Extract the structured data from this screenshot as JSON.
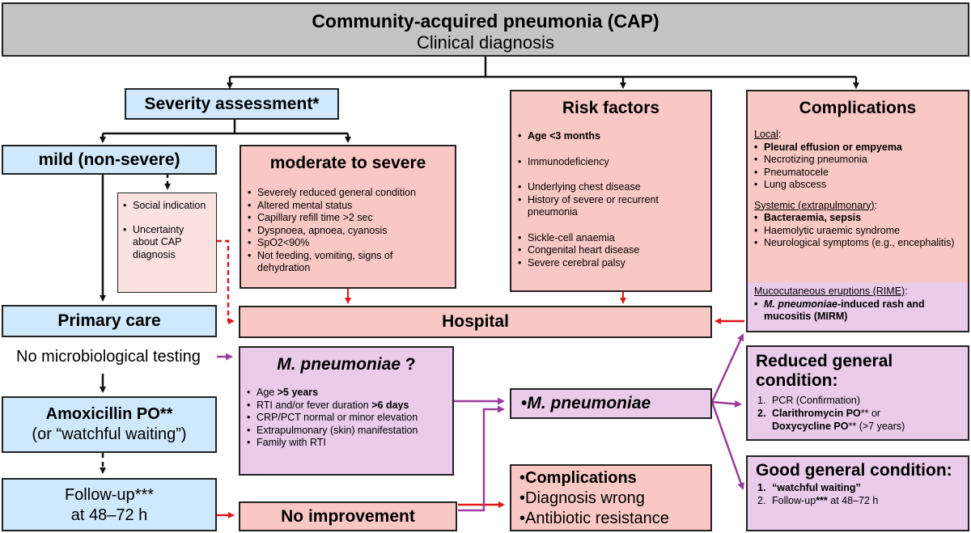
{
  "cap": {
    "title": "Community-acquired pneumonia (CAP)",
    "subtitle": "Clinical diagnosis"
  },
  "severity": {
    "title": "Severity assessment*"
  },
  "mild": {
    "title": "mild (non-severe)"
  },
  "social": {
    "items": [
      "Social indication",
      "Uncertainty about CAP diagnosis"
    ]
  },
  "moderate": {
    "title": "moderate to severe",
    "items": [
      "Severely reduced general condition",
      "Altered mental status",
      "Capillary refill time >2 sec",
      "Dyspnoea, apnoea, cyanosis",
      "SpO2<90%",
      "Not feeding, vomiting, signs of dehydration"
    ]
  },
  "risk": {
    "title": "Risk factors",
    "groups": [
      [
        "Age <3 months"
      ],
      [
        "Immunodeficiency"
      ],
      [
        "Underlying chest disease",
        "History of severe or recurrent pneumonia"
      ],
      [
        "Sickle-cell anaemia",
        "Congenital heart disease",
        "Severe cerebral palsy"
      ]
    ]
  },
  "complications": {
    "title": "Complications",
    "local_label": "Local",
    "local_colon": ":",
    "local_items": [
      "Pleural effusion or empyema",
      "Necrotizing pneumonia",
      "Pneumatocele",
      "Lung abscess"
    ],
    "systemic_label": "Systemic (extrapulmonary)",
    "systemic_colon": ":",
    "systemic_items": [
      "Bacteraemia, sepsis",
      "Haemolytic uraemic syndrome",
      "Neurological symptoms (e.g., encephalitis)"
    ],
    "muco_label": "Mucocutaneous eruptions (RIME)",
    "muco_colon": ":",
    "muco_item_em": "M. pneumoniae",
    "muco_item_rest": "-induced rash and mucositis (MIRM)"
  },
  "primary": {
    "title": "Primary care"
  },
  "hospital": {
    "title": "Hospital"
  },
  "no_micro": {
    "text": "No microbiological testing"
  },
  "mp_question": {
    "title_em": "M. pneumoniae",
    "title_rest": " ?",
    "item1_a": "Age ",
    "item1_b": ">5 years",
    "item2_a": "RTI and/or fever duration ",
    "item2_b": ">6 days",
    "items_rest": [
      "CRP/PCT normal or minor elevation",
      "Extrapulmonary (skin) manifestation",
      "Family with RTI"
    ]
  },
  "mp": {
    "bullet": "•",
    "title": "M. pneumoniae"
  },
  "amox": {
    "title": "Amoxicillin PO**",
    "subtitle": "(or “watchful waiting”)"
  },
  "followup": {
    "line1": "Follow-up***",
    "line2": "at 48–72 h"
  },
  "noimprove": {
    "title": "No improvement"
  },
  "outcomes": {
    "items": [
      "Complications",
      "Diagnosis wrong",
      "Antibiotic resistance"
    ]
  },
  "reduced": {
    "title": "Reduced general condition:",
    "n1": "1.",
    "item1": "PCR (Confirmation)",
    "n2": "2.",
    "item2_a": "Clarithromycin PO",
    "item2_b": "** or",
    "item2_c": "Doxycycline PO",
    "item2_d": "** (>7 years)"
  },
  "good": {
    "title": "Good general condition:",
    "n1": "1.",
    "item1": "“watchful waiting”",
    "n2": "2.",
    "item2_a": "Follow-up",
    "item2_b": "***",
    "item2_c": " at 48–72 h"
  },
  "colors": {
    "blue": "#cfe8fb",
    "pink": "#f9c8c5",
    "purple": "#eacbe9",
    "gray": "#c4c4c4",
    "red_arrow": "#e0181b",
    "purple_arrow": "#9b3c9b"
  }
}
